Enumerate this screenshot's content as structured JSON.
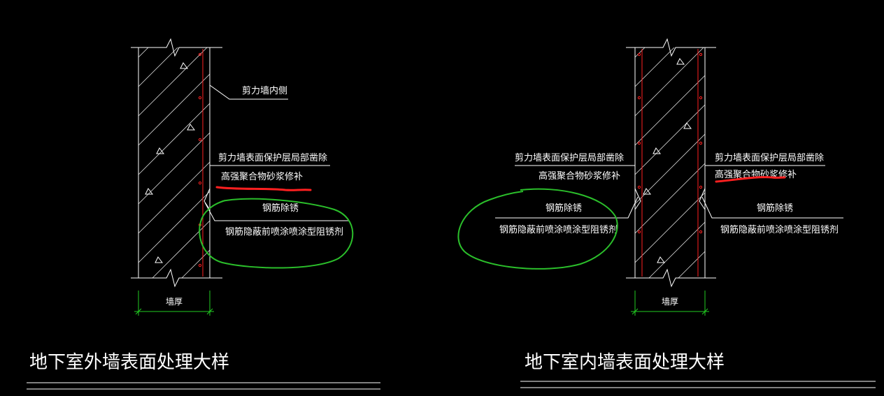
{
  "colors": {
    "background": "#000000",
    "linework": "#ffffff",
    "rebar": "#ff2020",
    "dimension": "#22cc22",
    "highlight_circle": "#2bbf2b",
    "highlight_underline": "#ff2020"
  },
  "left_detail": {
    "title": "地下室外墙表面处理大样",
    "label_wall_inner": "剪力墙内侧",
    "label_remove_cover": "剪力墙表面保护层局部凿除",
    "label_mortar_repair": "高强聚合物砂浆修补",
    "label_rust_removal": "钢筋除锈",
    "label_rust_inhibitor": "钢筋隐蔽前喷涂喷涂型阻锈剂",
    "dimension_label": "墙厚"
  },
  "right_detail": {
    "title": "地下室内墙表面处理大样",
    "label_remove_cover_left": "剪力墙表面保护层局部凿除",
    "label_mortar_repair_left": "高强聚合物砂浆修补",
    "label_rust_removal_left": "钢筋除锈",
    "label_rust_inhibitor_left": "钢筋隐蔽前喷涂喷涂型阻锈剂",
    "label_remove_cover_right": "剪力墙表面保护层局部凿除",
    "label_mortar_repair_right": "高强聚合物砂浆修补",
    "label_rust_removal_right": "钢筋除锈",
    "label_rust_inhibitor_right": "钢筋隐蔽前喷涂喷涂型阻锈剂",
    "dimension_label": "墙厚"
  }
}
